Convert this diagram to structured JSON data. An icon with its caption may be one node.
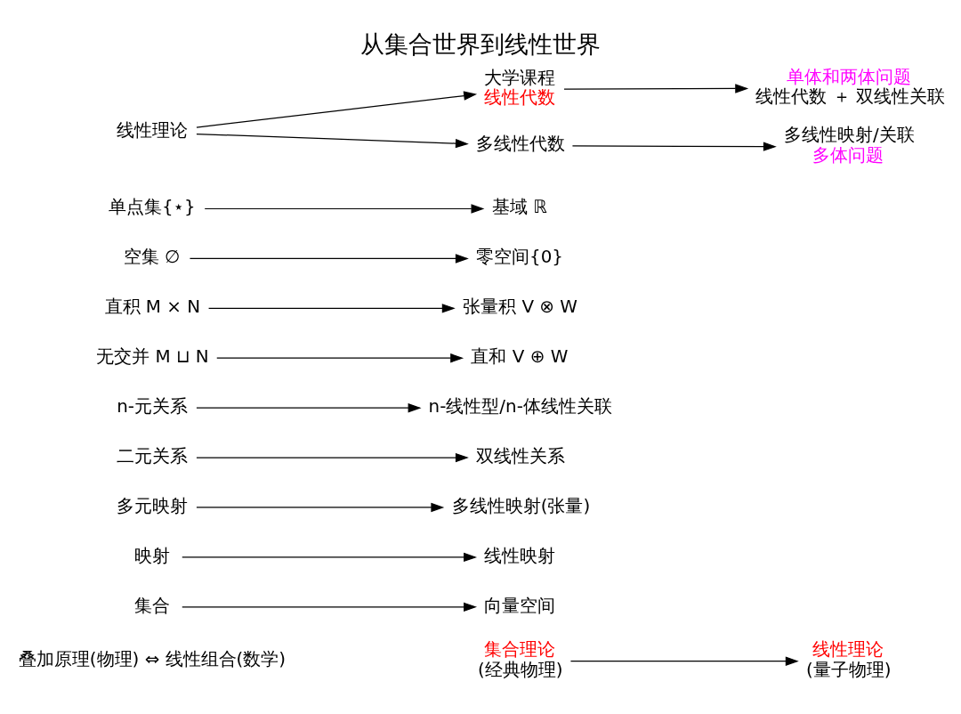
{
  "diagram": {
    "title": "从集合世界到线性世界",
    "nodes": [
      {
        "text": [
          "集合理论",
          "(经典物理)"
        ]
      },
      {
        "text": [
          "线性理论",
          "(量子物理)"
        ]
      },
      {
        "text": [
          "集合"
        ]
      },
      {
        "text": [
          "向量空间"
        ]
      },
      {
        "text": [
          "映射"
        ]
      },
      {
        "text": [
          "线性映射"
        ]
      },
      {
        "text": [
          "多元映射"
        ]
      },
      {
        "text": [
          "多线性映射(张量)"
        ]
      },
      {
        "text": [
          "二元关系"
        ]
      },
      {
        "text": [
          "双线性关系"
        ]
      },
      {
        "text": [
          "n-元关系"
        ]
      },
      {
        "text": [
          "n-线性型/n-体线性关联"
        ]
      },
      {
        "text": [
          "无交并 M ⊔ N"
        ]
      },
      {
        "text": [
          "直和 V ⊕ W"
        ]
      },
      {
        "text": [
          "直积 M × N"
        ]
      },
      {
        "text": [
          "张量积 V ⊗ W"
        ]
      },
      {
        "text": [
          "空集 ∅"
        ]
      },
      {
        "text": [
          "零空间{0}"
        ]
      },
      {
        "text": [
          "单点集{⋆}"
        ]
      },
      {
        "text": [
          "基域 ℝ"
        ]
      },
      {
        "text": [
          "大学课程",
          "线性代数"
        ]
      },
      {
        "text": [
          "单体和两体问题",
          "线性代数 ＋ 双线性关联"
        ]
      },
      {
        "text": [
          "线性理论"
        ]
      },
      {
        "text": [
          "多线性代数"
        ]
      },
      {
        "text": [
          "多线性映射/关联",
          "多体问题"
        ]
      }
    ],
    "edges": [
      {
        "from": 0,
        "to": 1,
        "arrow": "to"
      },
      {
        "from": 2,
        "to": 3,
        "arrow": "to"
      },
      {
        "from": 4,
        "to": 5,
        "arrow": "to"
      },
      {
        "from": 6,
        "to": 7,
        "arrow": "to"
      },
      {
        "from": 8,
        "to": 9,
        "arrow": "to"
      },
      {
        "from": 10,
        "to": 11,
        "arrow": "to"
      },
      {
        "from": 12,
        "to": 13,
        "arrow": "to"
      },
      {
        "from": 14,
        "to": 15,
        "arrow": "to"
      },
      {
        "from": 16,
        "to": 17,
        "arrow": "to"
      },
      {
        "from": 18,
        "to": 19,
        "arrow": "to"
      },
      {
        "from": 20,
        "to": 21,
        "arrow": "to"
      },
      {
        "from": 22,
        "to": 20,
        "arrow": "to"
      },
      {
        "from": 22,
        "to": 23,
        "arrow": "to"
      },
      {
        "from": 23,
        "to": 24,
        "arrow": "to"
      }
    ],
    "labels": [
      "叠加原理(物理) ⇔ 线性组合(数学)"
    ]
  }
}
